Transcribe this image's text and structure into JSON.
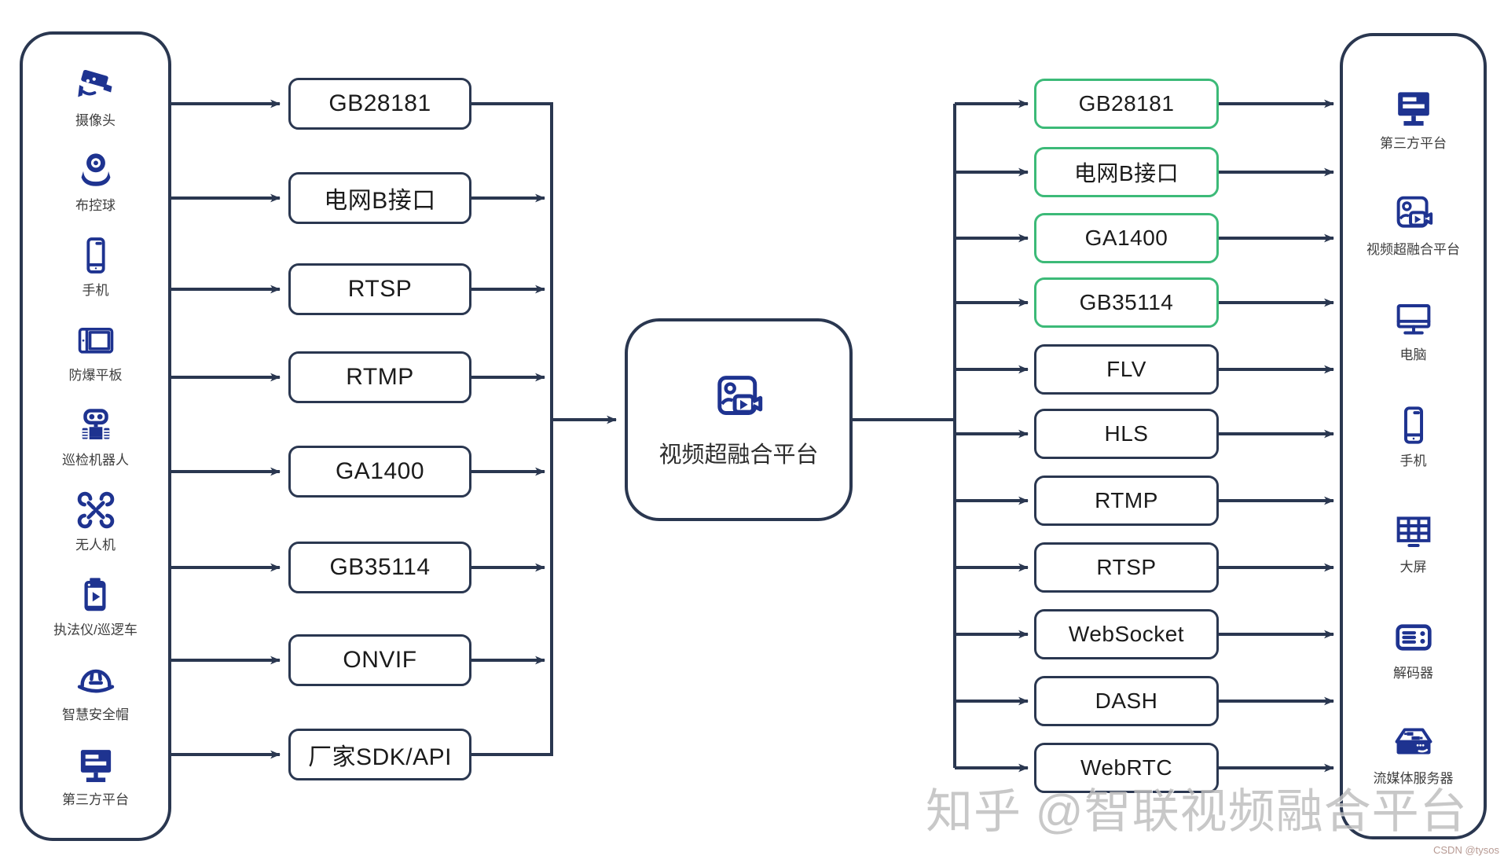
{
  "colors": {
    "line": "#2a3750",
    "icon_blue": "#1e3390",
    "green_border": "#3cba78",
    "box_border": "#2a3750",
    "label_text": "#1b1b1b",
    "caption_text": "#3d3d3d",
    "watermark_gray": "#bdbdbd",
    "watermark_corner": "#b79a93",
    "background": "#ffffff"
  },
  "left_panel": {
    "items": [
      {
        "label": "摄像头",
        "icon": "cctv-camera-icon"
      },
      {
        "label": "布控球",
        "icon": "ptz-dome-camera-icon"
      },
      {
        "label": "手机",
        "icon": "phone-icon"
      },
      {
        "label": "防爆平板",
        "icon": "tablet-icon"
      },
      {
        "label": "巡检机器人",
        "icon": "robot-icon"
      },
      {
        "label": "无人机",
        "icon": "drone-icon"
      },
      {
        "label": "执法仪/巡逻车",
        "icon": "bodycam-icon"
      },
      {
        "label": "智慧安全帽",
        "icon": "helmet-icon"
      },
      {
        "label": "第三方平台",
        "icon": "monitor-solid-icon"
      }
    ]
  },
  "left_protocols": [
    {
      "label": "GB28181"
    },
    {
      "label": "电网B接口"
    },
    {
      "label": "RTSP"
    },
    {
      "label": "RTMP"
    },
    {
      "label": "GA1400"
    },
    {
      "label": "GB35114"
    },
    {
      "label": "ONVIF"
    },
    {
      "label": "厂家SDK/API"
    }
  ],
  "center": {
    "label": "视频超融合平台",
    "icon": "fusion-platform-icon"
  },
  "right_protocols": [
    {
      "label": "GB28181",
      "green": true
    },
    {
      "label": "电网B接口",
      "green": true
    },
    {
      "label": "GA1400",
      "green": true
    },
    {
      "label": "GB35114",
      "green": true
    },
    {
      "label": "FLV",
      "green": false
    },
    {
      "label": "HLS",
      "green": false
    },
    {
      "label": "RTMP",
      "green": false
    },
    {
      "label": "RTSP",
      "green": false
    },
    {
      "label": "WebSocket",
      "green": false
    },
    {
      "label": "DASH",
      "green": false
    },
    {
      "label": "WebRTC",
      "green": false
    }
  ],
  "right_panel": {
    "items": [
      {
        "label": "第三方平台",
        "icon": "monitor-solid-icon"
      },
      {
        "label": "视频超融合平台",
        "icon": "fusion-platform-icon"
      },
      {
        "label": "电脑",
        "icon": "computer-icon"
      },
      {
        "label": "手机",
        "icon": "phone-icon"
      },
      {
        "label": "大屏",
        "icon": "videowall-icon"
      },
      {
        "label": "解码器",
        "icon": "decoder-icon"
      },
      {
        "label": "流媒体服务器",
        "icon": "server-icon"
      }
    ]
  },
  "watermarks": {
    "main": "知乎 @智联视频融合平台",
    "corner": "CSDN @tysos"
  }
}
